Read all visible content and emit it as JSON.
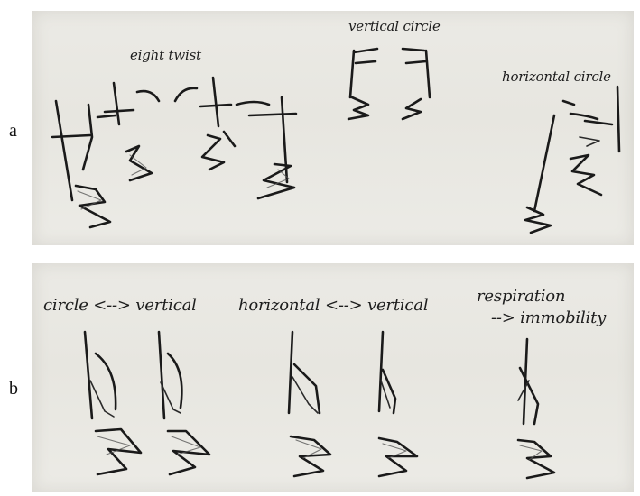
{
  "panels": [
    {
      "label": "a",
      "captions": [
        "eight twist",
        "vertical circle",
        "horizontal circle"
      ]
    },
    {
      "label": "b",
      "captions": [
        "circle <--> vertical",
        "horizontal <--> vertical",
        "respiration",
        "--> immobility"
      ]
    }
  ]
}
